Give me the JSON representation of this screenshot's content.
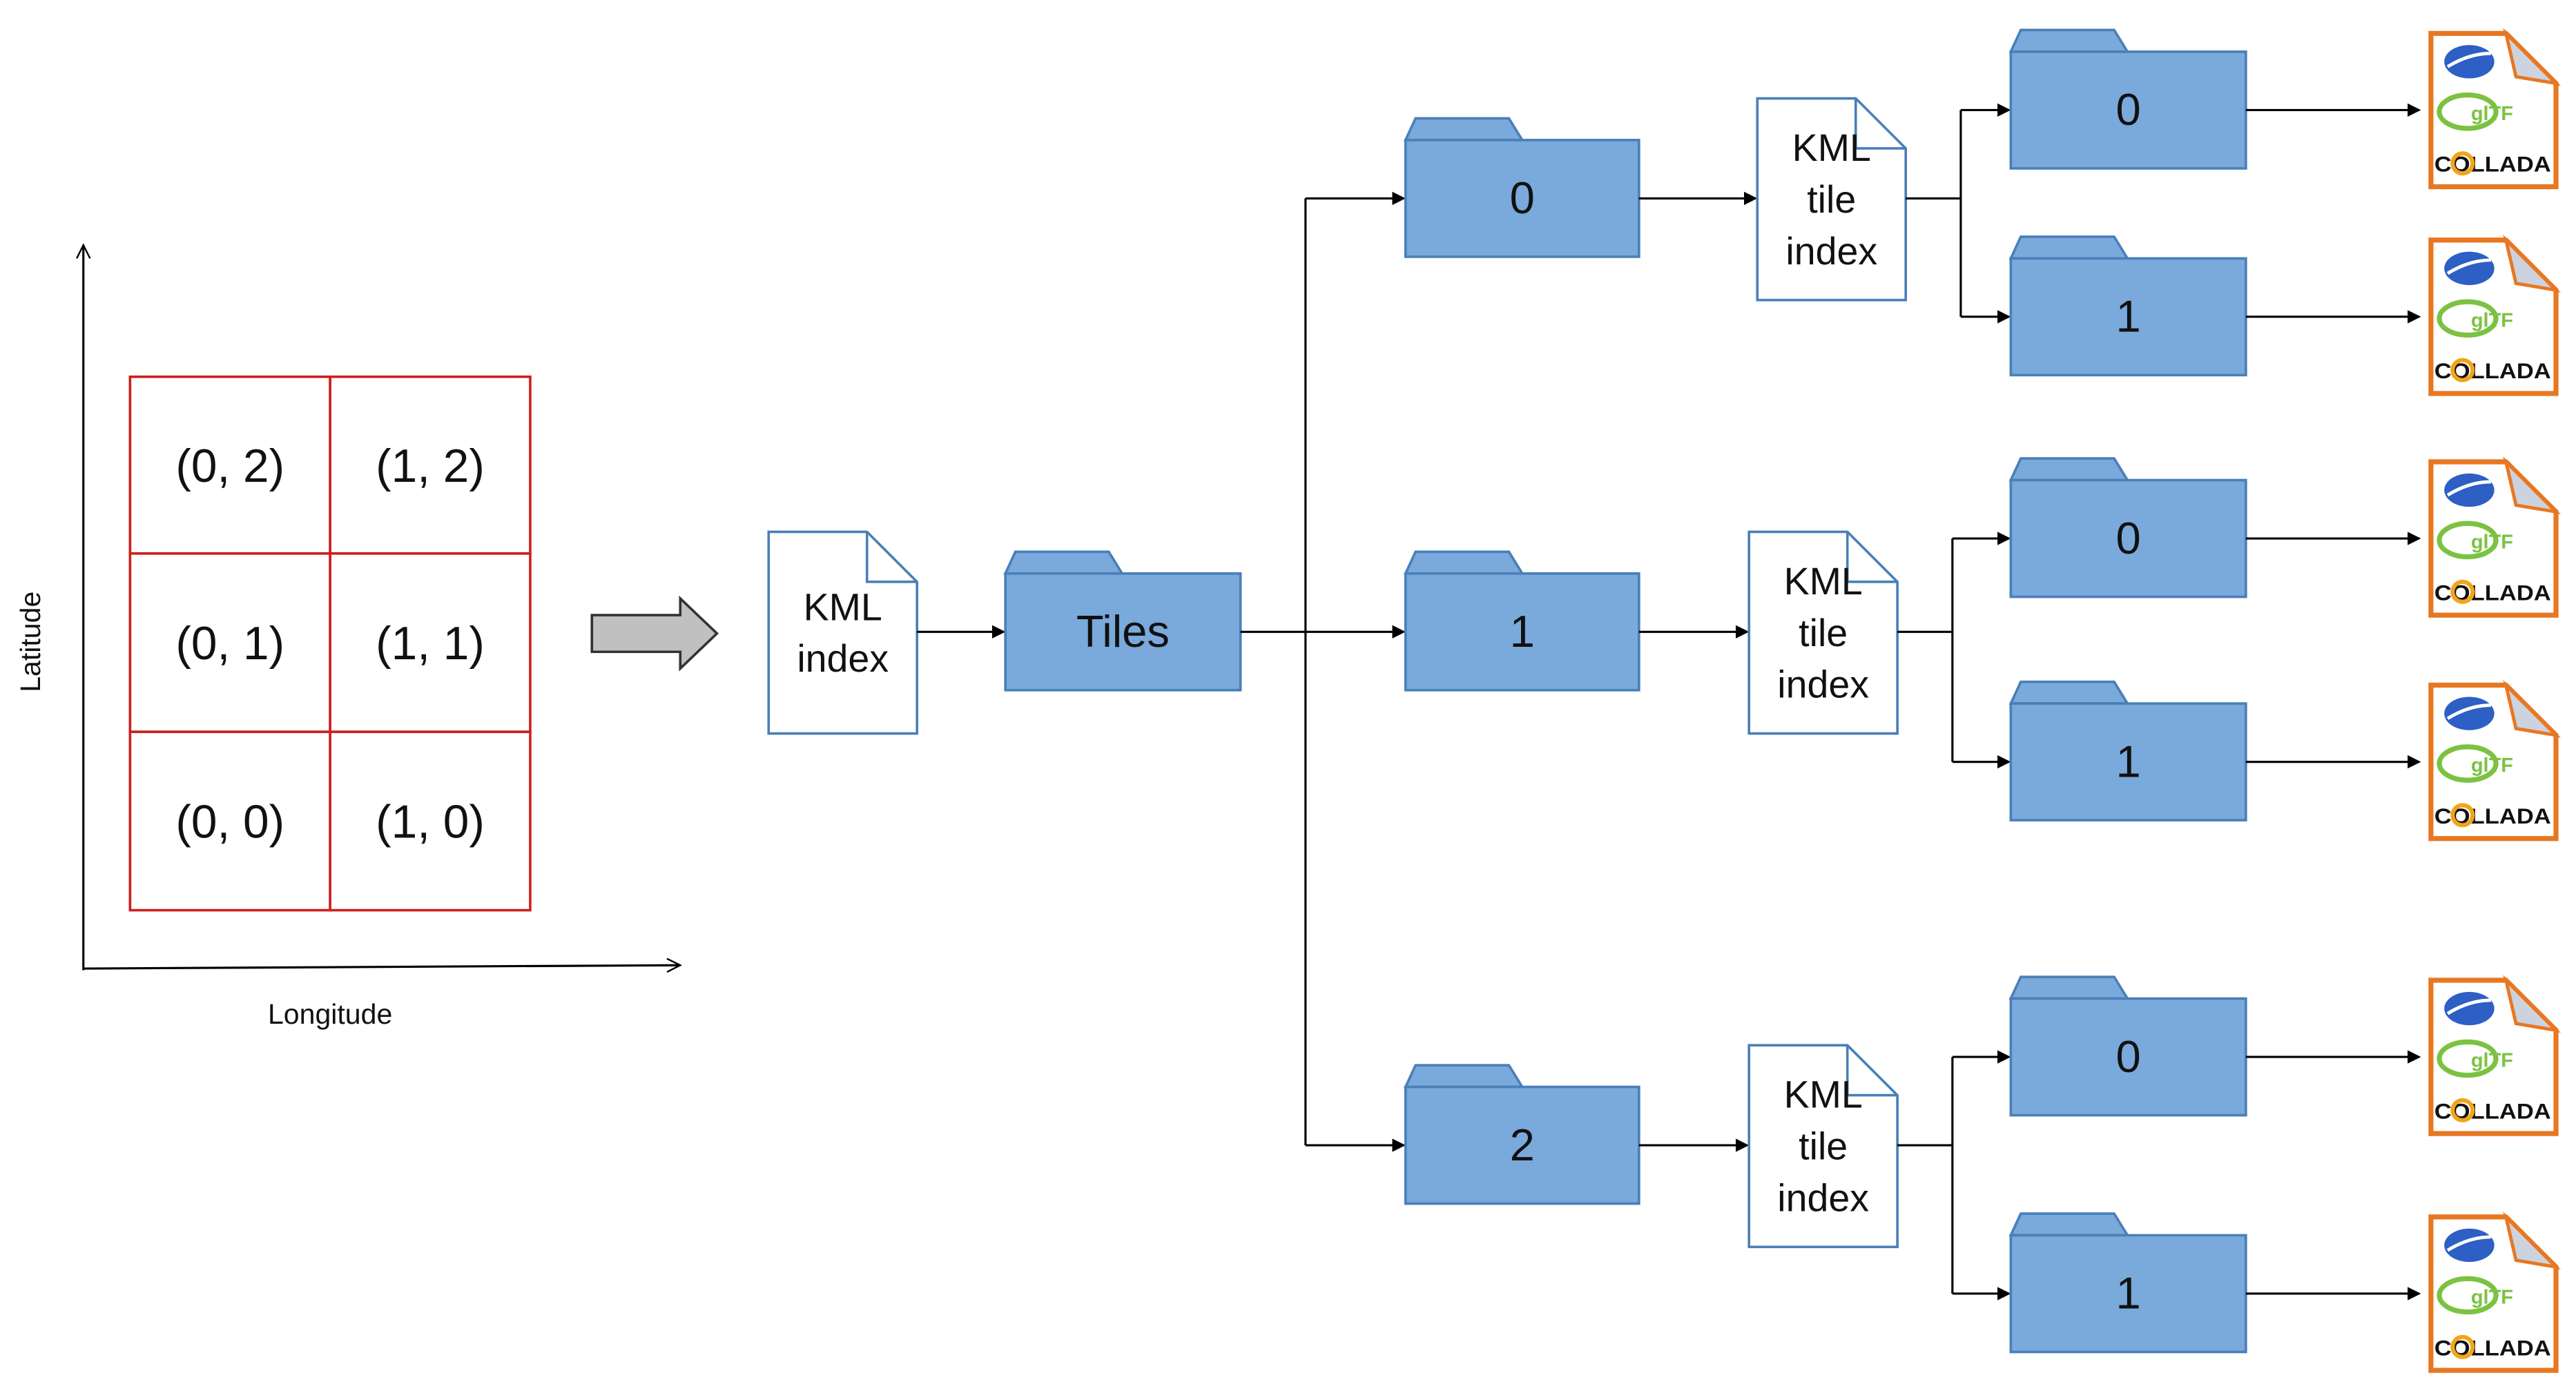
{
  "grid": {
    "y_axis_label": "Latitude",
    "x_axis_label": "Longitude",
    "cells": [
      [
        "(0, 2)",
        "(1, 2)"
      ],
      [
        "(0, 1)",
        "(1, 1)"
      ],
      [
        "(0, 0)",
        "(1, 0)"
      ]
    ],
    "border_color": "#cc1f1f"
  },
  "root_index": {
    "lines": [
      "KML",
      "index"
    ]
  },
  "root_folder": {
    "label": "Tiles"
  },
  "level1": [
    {
      "label": "0",
      "index_lines": [
        "KML",
        "tile",
        "index"
      ],
      "children": [
        "0",
        "1"
      ]
    },
    {
      "label": "1",
      "index_lines": [
        "KML",
        "tile",
        "index"
      ],
      "children": [
        "0",
        "1"
      ]
    },
    {
      "label": "2",
      "index_lines": [
        "KML",
        "tile",
        "index"
      ],
      "children": [
        "0",
        "1"
      ]
    }
  ],
  "model_icon": {
    "icons": [
      "google-earth-globe-icon",
      "gltf-logo-icon",
      "collada-logo-icon"
    ],
    "gltf_text": "glTF",
    "collada_text": "COLLADA"
  },
  "colors": {
    "folder_fill": "#7aa9db",
    "folder_stroke": "#4a7fb8",
    "doc_stroke": "#4a7fb8",
    "model_doc_stroke": "#e87722",
    "arrow_fill": "#c0c0c0"
  }
}
